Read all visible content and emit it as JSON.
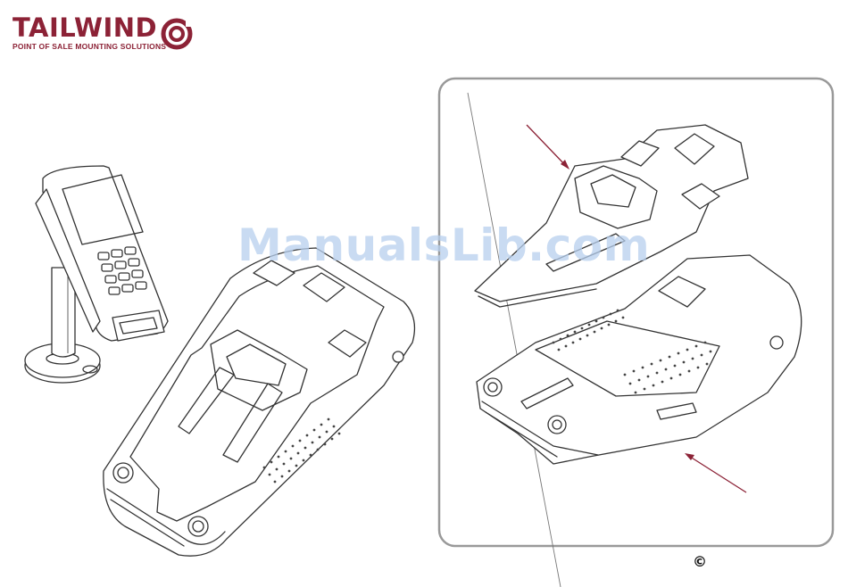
{
  "brand": {
    "name": "TAILWIND",
    "tagline": "POINT OF SALE MOUNTING SOLUTIONS",
    "color": "#8c2236"
  },
  "watermark": "ManualsLib.com",
  "copyright_symbol": "©",
  "colors": {
    "arrow": "#8c2236",
    "line_art": "#333333",
    "panel_border": "#999999"
  },
  "icons": [
    "tailwind-logo-icon",
    "payment-terminal-stand-icon",
    "terminal-cradle-icon",
    "arrow-icon"
  ]
}
